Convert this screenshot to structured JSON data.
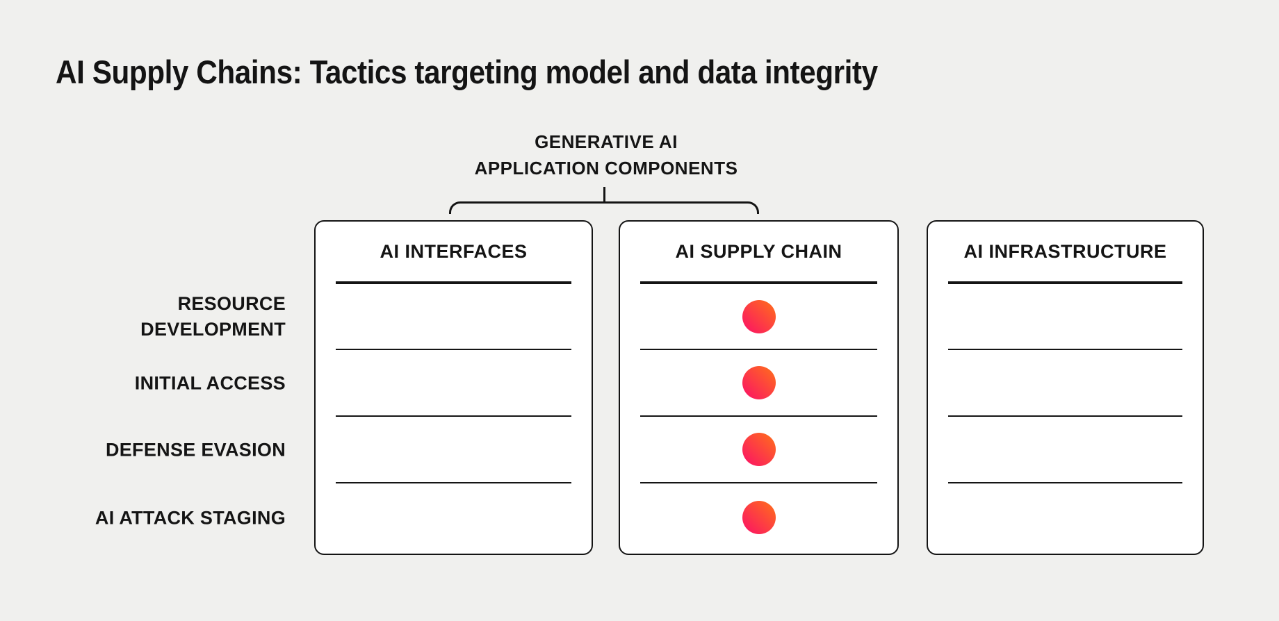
{
  "title": "AI Supply Chains: Tactics targeting model and data integrity",
  "group_header": {
    "line1": "GENERATIVE AI",
    "line2": "APPLICATION COMPONENTS"
  },
  "tactic_rows": [
    {
      "label": "RESOURCE\nDEVELOPMENT"
    },
    {
      "label": "INITIAL ACCESS"
    },
    {
      "label": "DEFENSE EVASION"
    },
    {
      "label": "AI ATTACK STAGING"
    }
  ],
  "columns": [
    {
      "title": "AI INTERFACES",
      "dots": [
        false,
        false,
        false,
        false
      ]
    },
    {
      "title": "AI SUPPLY CHAIN",
      "dots": [
        true,
        true,
        true,
        true
      ]
    },
    {
      "title": "AI INFRASTRUCTURE",
      "dots": [
        false,
        false,
        false,
        false
      ]
    }
  ],
  "colors": {
    "background": "#f0f0ee",
    "ink": "#141414",
    "card_background": "#ffffff",
    "dot_gradient_start": "#fb0f68",
    "dot_gradient_end": "#ff7119"
  }
}
